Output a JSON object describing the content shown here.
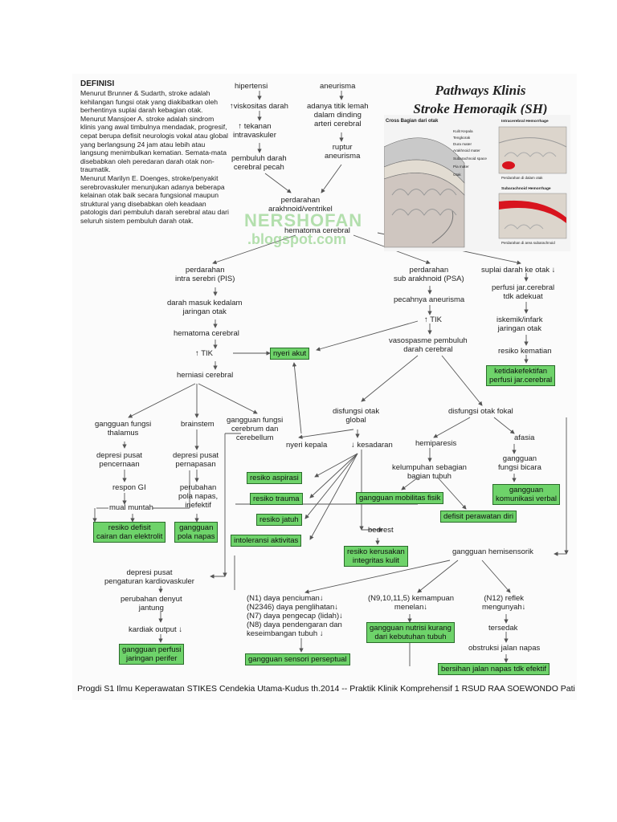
{
  "title": [
    "Pathways Klinis",
    "Stroke Hemoragik (SH)"
  ],
  "definition": {
    "heading": "DEFINISI",
    "paragraphs": [
      "Menurut Brunner & Sudarth, stroke adalah kehilangan fungsi otak yang diakibatkan oleh berhentinya suplai darah kebagian otak.",
      "Menurut Mansjoer A. stroke adalah sindrom klinis yang awal timbulnya mendadak, progresif, cepat berupa defisit neurologis vokal atau global yang berlangsung 24 jam atau lebih atau langsung menimbulkan kematian. Semata-mata disebabkan oleh peredaran darah otak non-traumatik.",
      "Menurut Marilyn E. Doenges, stroke/penyakit serebrovaskuler menunjukan adanya beberapa kelainan otak baik secara fungsional maupun struktural yang disebabkan oleh keadaan patologis dari pembuluh darah serebral atau dari seluruh sistem pembuluh darah otak."
    ]
  },
  "illustration": {
    "cross_section_title": "Cross Bagian dari otak",
    "labels": [
      "Kulit Kepala",
      "Tengkorak",
      "Dura mater",
      "Arakhnoid mater",
      "Subarachnoid space",
      "Pia mater",
      "Otak"
    ],
    "intra_title": "Intracerebral Hemorrhage",
    "intra_caption": "Perdarahan di dalam otak",
    "sub_title": "Subarachnoid Hemorrhage",
    "sub_caption": "Perdarahan di area subarachnoid"
  },
  "watermark": [
    "NERSHOFAN",
    ".blogspot.com"
  ],
  "colors": {
    "box_fill": "#6ed36a",
    "box_border": "#2a6b2a",
    "blood": "#d8141e",
    "line": "#555555"
  },
  "nodes": {
    "hipertensi": "hipertensi",
    "viskositas": "↑viskositas darah",
    "tekanan": "↑ tekanan\nintravaskuler",
    "pembuluh_pecah": "pembuluh darah\ncerebral pecah",
    "aneurisma": "aneurisma",
    "titik_lemah": "adanya titik lemah\ndalam dinding\narteri cerebral",
    "ruptur": "ruptur\naneurisma",
    "perdarahan_arakhnoid": "perdarahan\narakhnoid/ventrikel",
    "hematoma_cerebral_top": "hematoma cerebral",
    "pis": "perdarahan\nintra serebri (PIS)",
    "darah_masuk": "darah masuk kedalam\njaringan otak",
    "hematoma_cerebral": "hematoma cerebral",
    "tik_left": "↑ TIK",
    "herniasi": "herniasi cerebral",
    "gg_thalamus": "gangguan fungsi\nthalamus",
    "brainstem": "brainstem",
    "gg_cerebrum": "gangguan fungsi\ncerebrum dan\ncerebellum",
    "depresi_pencernaan": "depresi pusat\npencernaan",
    "respon_gi": "respon GI",
    "mual_muntah": "mual muntah",
    "depresi_pernapasan": "depresi pusat\npernapasan",
    "perubahan_pola": "perubahan\npola napas,\ninefektif",
    "depresi_kardio": "depresi pusat\npengaturan kardiovaskuler",
    "perubahan_denyut": "perubahan denyut\njantung",
    "kardiak_output": "kardiak output ↓",
    "psa": "perdarahan\nsub arakhnoid (PSA)",
    "pecahnya_aneurisma": "pecahnya aneurisma",
    "tik_right": "↑ TIK",
    "vasospasme": "vasospasme pembuluh\ndarah cerebral",
    "suplai": "suplai darah ke otak ↓",
    "perfusi": "perfusi jar.cerebral\ntdk adekuat",
    "iskemik": "iskemik/infark\njaringan otak",
    "resiko_kematian": "resiko kematian",
    "disfungsi_global": "disfungsi otak\nglobal",
    "disfungsi_fokal": "disfungsi otak fokal",
    "nyeri_kepala": "nyeri kepala",
    "kesadaran": "↓ kesadaran",
    "hemiparesis": "hemiparesis",
    "afasia": "afasia",
    "kelumpuhan": "kelumpuhan sebagian\nbagian tubuh",
    "gg_fungsi_bicara": "gangguan\nfungsi bicara",
    "bedrest": "bedrest",
    "hemisensorik": "gangguan hemisensorik",
    "n1": "(N1) daya penciuman↓\n(N2346) daya penglihatan↓\n(N7) daya pengecap (lidah)↓\n(N8) daya pendengaran dan\nkeseimbangan tubuh ↓",
    "n9": "(N9,10,11,5) kemampuan\nmenelan↓",
    "n12": "(N12) reflek\nmengunyah↓",
    "tersedak": "tersedak",
    "obstruksi": "obstruksi jalan napas"
  },
  "boxes": {
    "nyeri_akut": "nyeri akut",
    "ketidakefektifan": "ketidakefektifan\nperfusi jar.cerebral",
    "resiko_defisit": "resiko defisit\ncairan dan elektrolit",
    "gg_pola_napas": "gangguan\npola napas",
    "gg_perfusi_perifer": "gangguan perfusi\njaringan perifer",
    "resiko_aspirasi": "resiko aspirasi",
    "resiko_trauma": "resiko trauma",
    "resiko_jatuh": "resiko jatuh",
    "intoleransi": "intoleransi aktivitas",
    "gg_mobilitas": "gangguan mobilitas fisik",
    "defisit_perawatan": "defisit perawatan diri",
    "gg_komunikasi": "gangguan\nkomunikasi verbal",
    "resiko_kerusakan": "resiko kerusakan\nintegritas kulit",
    "gg_sensori": "gangguan sensori perseptual",
    "gg_nutrisi": "gangguan nutrisi kurang\ndari kebutuhan tubuh",
    "bersihan": "bersihan jalan napas tdk efektif"
  },
  "footer": "Progdi S1 Ilmu Keperawatan STIKES Cendekia Utama-Kudus th.2014 -- Praktik Klinik Komprehensif 1 RSUD RAA SOEWONDO Pati"
}
